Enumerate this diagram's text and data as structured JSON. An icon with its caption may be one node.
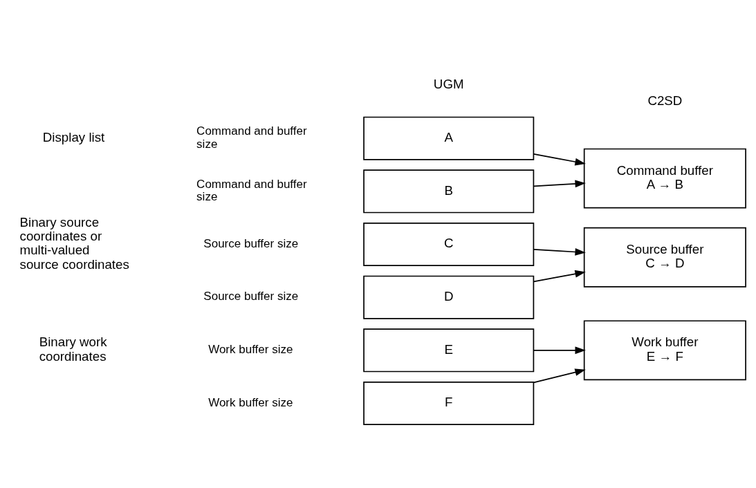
{
  "diagram": {
    "nodes": [
      {
        "text": [
          "A"
        ]
      },
      {
        "text": [
          "B"
        ]
      },
      {
        "text": [
          "Command buffer",
          "A → B"
        ]
      },
      {
        "text": [
          "C"
        ]
      },
      {
        "text": [
          "D"
        ]
      },
      {
        "text": [
          "Source buffer",
          "C → D"
        ]
      },
      {
        "text": [
          "E"
        ]
      },
      {
        "text": [
          "F"
        ]
      },
      {
        "text": [
          "Work buffer",
          "E → F"
        ]
      }
    ],
    "edges": [
      {
        "from": 0,
        "to": 2,
        "arrow": "to"
      },
      {
        "from": 1,
        "to": 2,
        "arrow": "to"
      },
      {
        "from": 3,
        "to": 5,
        "arrow": "to"
      },
      {
        "from": 4,
        "to": 5,
        "arrow": "to"
      },
      {
        "from": 6,
        "to": 8,
        "arrow": "to"
      },
      {
        "from": 7,
        "to": 8,
        "arrow": "to"
      }
    ],
    "labels": [
      "UGM",
      "C2SD",
      "Display list",
      "Command and buffer size",
      "Command and buffer size",
      "Binary source coordinates or multi-valued source coordinates",
      "Source buffer size",
      "Source buffer size",
      "Binary work coordinates",
      "Work buffer size",
      "Work buffer size"
    ]
  }
}
